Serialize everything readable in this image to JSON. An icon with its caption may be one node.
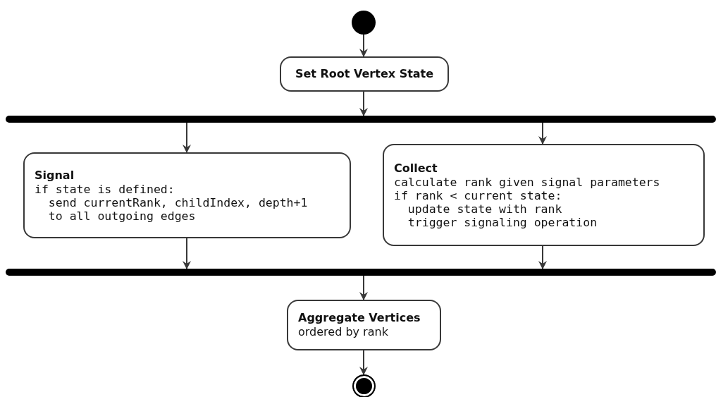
{
  "diagram": {
    "nodes": [
      {
        "text": [],
        "shape": "circle"
      },
      {
        "text": [
          "Set Root Vertex State"
        ]
      },
      {
        "text": [],
        "shape": "bar"
      },
      {
        "text": [
          "Signal",
          "if state is defined:",
          "  send currentRank, childIndex, depth+1",
          "  to all outgoing edges"
        ]
      },
      {
        "text": [
          "Collect",
          "calculate rank given signal parameters",
          "if rank < current state:",
          "  update state with rank",
          "  trigger signaling operation"
        ]
      },
      {
        "text": [],
        "shape": "bar"
      },
      {
        "text": [
          "Aggregate Vertices",
          "ordered by rank"
        ]
      },
      {
        "text": [],
        "shape": "circle"
      }
    ],
    "edges": [
      {
        "from": 0,
        "to": 1,
        "arrow": "to"
      },
      {
        "from": 1,
        "to": 2,
        "arrow": "to"
      },
      {
        "from": 2,
        "to": 3,
        "arrow": "to"
      },
      {
        "from": 2,
        "to": 4,
        "arrow": "to"
      },
      {
        "from": 3,
        "to": 5,
        "arrow": "to"
      },
      {
        "from": 4,
        "to": 5,
        "arrow": "to"
      },
      {
        "from": 5,
        "to": 6,
        "arrow": "to"
      },
      {
        "from": 6,
        "to": 7,
        "arrow": "to"
      }
    ]
  }
}
